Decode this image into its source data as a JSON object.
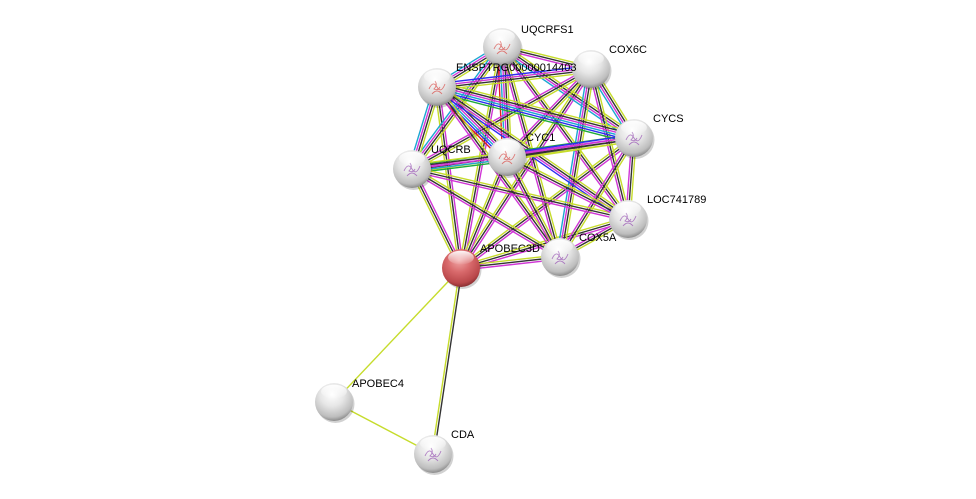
{
  "network": {
    "nodes": [
      {
        "id": "UQCRFS1",
        "label": "UQCRFS1",
        "type": "grey",
        "structure": "red"
      },
      {
        "id": "COX6C",
        "label": "COX6C",
        "type": "grey",
        "structure": "none"
      },
      {
        "id": "ENSPTRG00000014403",
        "label": "ENSPTRG00000014403",
        "type": "grey",
        "structure": "red"
      },
      {
        "id": "CYCS",
        "label": "CYCS",
        "type": "grey",
        "structure": "purple"
      },
      {
        "id": "UQCRB",
        "label": "UQCRB",
        "type": "grey",
        "structure": "purple"
      },
      {
        "id": "CYC1",
        "label": "CYC1",
        "type": "grey",
        "structure": "red"
      },
      {
        "id": "LOC741789",
        "label": "LOC741789",
        "type": "grey",
        "structure": "purple"
      },
      {
        "id": "COX5A",
        "label": "COX5A",
        "type": "grey",
        "structure": "purple"
      },
      {
        "id": "APOBEC3D",
        "label": "APOBEC3D",
        "type": "query",
        "structure": "none"
      },
      {
        "id": "APOBEC4",
        "label": "APOBEC4",
        "type": "grey",
        "structure": "none"
      },
      {
        "id": "CDA",
        "label": "CDA",
        "type": "grey",
        "structure": "purple"
      }
    ],
    "edge_colors": {
      "textmining": "#c6dc2c",
      "coexpression": "#333333",
      "experiments": "#d036d6",
      "databases": "#1ba6d2",
      "gene_fusion": "#e01f1f",
      "neighborhood": "#1fab3a",
      "cooccurrence": "#2d2df0"
    },
    "edges": [
      {
        "a": "APOBEC3D",
        "b": "APOBEC4",
        "evidence": [
          "textmining"
        ]
      },
      {
        "a": "APOBEC3D",
        "b": "CDA",
        "evidence": [
          "coexpression",
          "textmining"
        ]
      },
      {
        "a": "APOBEC4",
        "b": "CDA",
        "evidence": [
          "textmining"
        ]
      },
      {
        "a": "APOBEC3D",
        "b": "ENSPTRG00000014403",
        "evidence": [
          "textmining",
          "coexpression",
          "experiments"
        ]
      },
      {
        "a": "APOBEC3D",
        "b": "UQCRFS1",
        "evidence": [
          "textmining",
          "coexpression",
          "experiments"
        ]
      },
      {
        "a": "APOBEC3D",
        "b": "COX6C",
        "evidence": [
          "textmining",
          "coexpression",
          "experiments"
        ]
      },
      {
        "a": "APOBEC3D",
        "b": "CYCS",
        "evidence": [
          "textmining",
          "coexpression",
          "experiments"
        ]
      },
      {
        "a": "APOBEC3D",
        "b": "UQCRB",
        "evidence": [
          "textmining",
          "coexpression",
          "experiments"
        ]
      },
      {
        "a": "APOBEC3D",
        "b": "CYC1",
        "evidence": [
          "textmining",
          "coexpression",
          "experiments"
        ]
      },
      {
        "a": "APOBEC3D",
        "b": "LOC741789",
        "evidence": [
          "textmining",
          "coexpression",
          "experiments"
        ]
      },
      {
        "a": "APOBEC3D",
        "b": "COX5A",
        "evidence": [
          "textmining",
          "coexpression",
          "experiments"
        ]
      },
      {
        "a": "UQCRFS1",
        "b": "COX6C",
        "evidence": [
          "textmining",
          "coexpression",
          "experiments"
        ]
      },
      {
        "a": "UQCRFS1",
        "b": "ENSPTRG00000014403",
        "evidence": [
          "textmining",
          "coexpression",
          "experiments",
          "databases"
        ]
      },
      {
        "a": "UQCRFS1",
        "b": "CYCS",
        "evidence": [
          "textmining",
          "coexpression",
          "experiments",
          "databases"
        ]
      },
      {
        "a": "UQCRFS1",
        "b": "UQCRB",
        "evidence": [
          "textmining",
          "coexpression",
          "experiments",
          "databases"
        ]
      },
      {
        "a": "UQCRFS1",
        "b": "CYC1",
        "evidence": [
          "textmining",
          "coexpression",
          "experiments",
          "databases",
          "gene_fusion"
        ]
      },
      {
        "a": "UQCRFS1",
        "b": "LOC741789",
        "evidence": [
          "textmining",
          "coexpression",
          "experiments"
        ]
      },
      {
        "a": "UQCRFS1",
        "b": "COX5A",
        "evidence": [
          "textmining",
          "coexpression",
          "experiments"
        ]
      },
      {
        "a": "COX6C",
        "b": "ENSPTRG00000014403",
        "evidence": [
          "textmining",
          "coexpression",
          "experiments",
          "cooccurrence"
        ]
      },
      {
        "a": "COX6C",
        "b": "CYCS",
        "evidence": [
          "textmining",
          "coexpression",
          "experiments",
          "databases"
        ]
      },
      {
        "a": "COX6C",
        "b": "UQCRB",
        "evidence": [
          "textmining",
          "coexpression",
          "experiments"
        ]
      },
      {
        "a": "COX6C",
        "b": "CYC1",
        "evidence": [
          "textmining",
          "coexpression",
          "experiments"
        ]
      },
      {
        "a": "COX6C",
        "b": "LOC741789",
        "evidence": [
          "textmining",
          "coexpression",
          "experiments"
        ]
      },
      {
        "a": "COX6C",
        "b": "COX5A",
        "evidence": [
          "textmining",
          "coexpression",
          "experiments",
          "databases"
        ]
      },
      {
        "a": "ENSPTRG00000014403",
        "b": "CYCS",
        "evidence": [
          "textmining",
          "coexpression",
          "experiments",
          "databases",
          "cooccurrence",
          "neighborhood"
        ]
      },
      {
        "a": "ENSPTRG00000014403",
        "b": "UQCRB",
        "evidence": [
          "textmining",
          "coexpression",
          "experiments",
          "databases"
        ]
      },
      {
        "a": "ENSPTRG00000014403",
        "b": "CYC1",
        "evidence": [
          "textmining",
          "coexpression",
          "experiments",
          "databases",
          "cooccurrence",
          "gene_fusion"
        ]
      },
      {
        "a": "ENSPTRG00000014403",
        "b": "LOC741789",
        "evidence": [
          "textmining",
          "coexpression",
          "experiments",
          "cooccurrence"
        ]
      },
      {
        "a": "ENSPTRG00000014403",
        "b": "COX5A",
        "evidence": [
          "textmining",
          "coexpression",
          "experiments"
        ]
      },
      {
        "a": "CYCS",
        "b": "UQCRB",
        "evidence": [
          "textmining",
          "coexpression",
          "experiments",
          "neighborhood"
        ]
      },
      {
        "a": "CYCS",
        "b": "CYC1",
        "evidence": [
          "textmining",
          "coexpression",
          "experiments",
          "cooccurrence"
        ]
      },
      {
        "a": "CYCS",
        "b": "LOC741789",
        "evidence": [
          "textmining",
          "coexpression",
          "experiments"
        ]
      },
      {
        "a": "CYCS",
        "b": "COX5A",
        "evidence": [
          "textmining",
          "coexpression",
          "experiments"
        ]
      },
      {
        "a": "UQCRB",
        "b": "CYC1",
        "evidence": [
          "textmining",
          "coexpression",
          "experiments",
          "databases",
          "neighborhood"
        ]
      },
      {
        "a": "UQCRB",
        "b": "LOC741789",
        "evidence": [
          "textmining",
          "coexpression",
          "experiments"
        ]
      },
      {
        "a": "UQCRB",
        "b": "COX5A",
        "evidence": [
          "textmining",
          "coexpression",
          "experiments"
        ]
      },
      {
        "a": "CYC1",
        "b": "LOC741789",
        "evidence": [
          "textmining",
          "coexpression",
          "experiments"
        ]
      },
      {
        "a": "CYC1",
        "b": "COX5A",
        "evidence": [
          "textmining",
          "coexpression",
          "experiments"
        ]
      },
      {
        "a": "LOC741789",
        "b": "COX5A",
        "evidence": [
          "textmining",
          "coexpression",
          "experiments"
        ]
      }
    ]
  }
}
